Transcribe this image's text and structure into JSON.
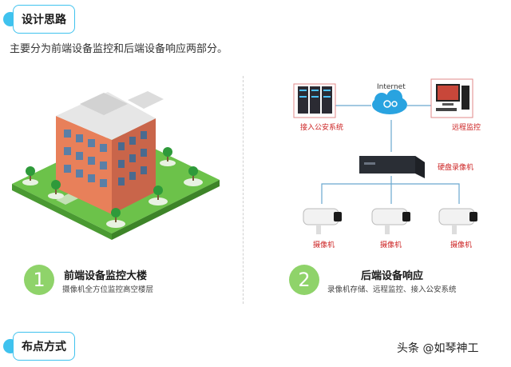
{
  "section1": {
    "title": "设计思路"
  },
  "intro": "主要分为前端设备监控和后端设备响应两部分。",
  "left_panel": {
    "number": "1",
    "title": "前端设备监控大楼",
    "subtitle": "摄像机全方位监控高空楼层"
  },
  "right_panel": {
    "number": "2",
    "title": "后端设备响应",
    "subtitle": "录像机存储、远程监控、接入公安系统"
  },
  "diagram": {
    "internet": "Internet",
    "server_label": "接入公安系统",
    "pc_label": "远程监控",
    "nvr_label": "硬盘录像机",
    "camera_label": "摄像机"
  },
  "section2": {
    "title": "布点方式"
  },
  "watermark": "头条 @如琴神工",
  "colors": {
    "accent": "#3fc2ee",
    "number_circle": "#8fd36a",
    "label_red": "#cc2222",
    "grass": "#6cc24a",
    "brick": "#e8805a"
  }
}
